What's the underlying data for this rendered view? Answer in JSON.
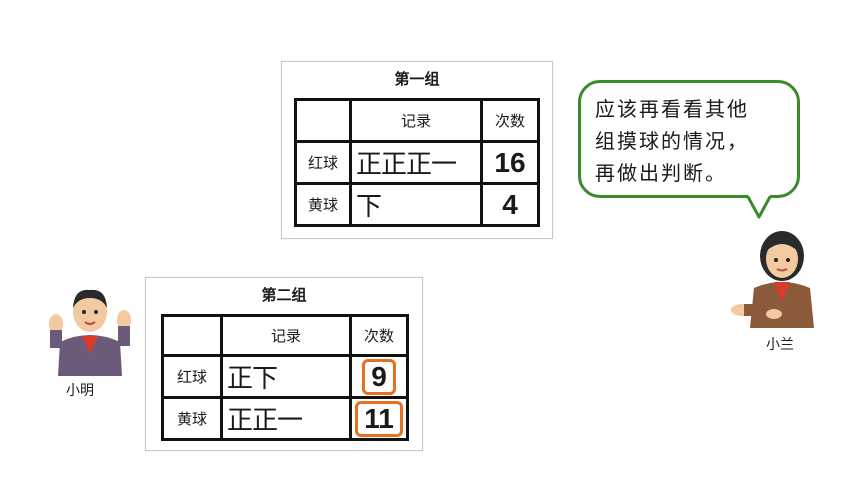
{
  "group1": {
    "title": "第一组",
    "headers": [
      "",
      "记录",
      "次数"
    ],
    "rows": [
      {
        "label": "红球",
        "tally": "正正正一",
        "count": "16"
      },
      {
        "label": "黄球",
        "tally": "下",
        "count": "4"
      }
    ]
  },
  "group2": {
    "title": "第二组",
    "headers": [
      "",
      "记录",
      "次数"
    ],
    "rows": [
      {
        "label": "红球",
        "tally": "正下",
        "count": "9"
      },
      {
        "label": "黄球",
        "tally": "正正一",
        "count": "11"
      }
    ]
  },
  "speech": {
    "lines": [
      "应该再看看其他",
      "组摸球的情况，",
      "再做出判断。"
    ]
  },
  "characters": {
    "left_name": "小明",
    "right_name": "小兰"
  },
  "colors": {
    "highlight": "#e8701c",
    "bubble_border": "#3a8a2c"
  }
}
